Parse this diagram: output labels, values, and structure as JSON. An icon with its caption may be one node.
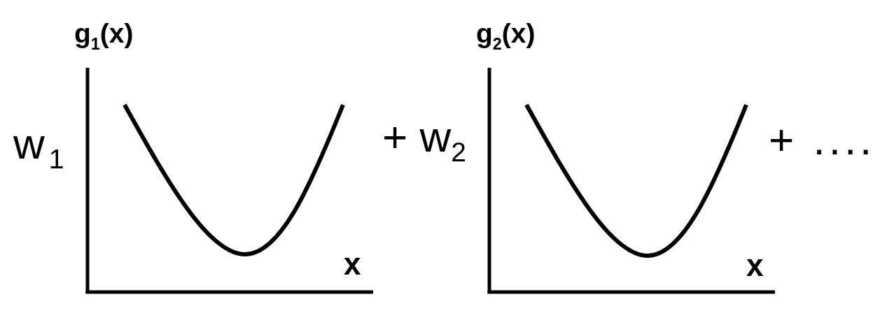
{
  "diagram": {
    "labels": [
      "g$_{1}$(x)",
      "g$_{2}$(x)",
      "w$_{1}$",
      "+ w$_{2}$",
      "+ ....",
      "x",
      "x"
    ]
  }
}
